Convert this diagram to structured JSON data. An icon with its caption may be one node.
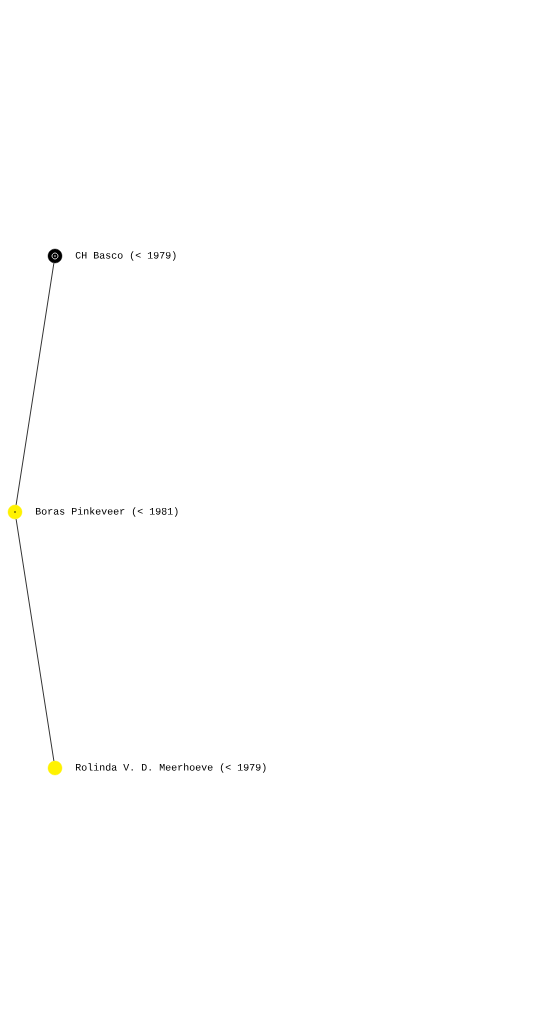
{
  "diagram": {
    "nodes": [
      {
        "text": [],
        "shape": "circle",
        "beside": [
          "CH Basco (< 1979)"
        ]
      },
      {
        "text": [],
        "shape": "circle",
        "beside": [
          "Boras Pinkeveer (< 1981)"
        ]
      },
      {
        "text": [],
        "shape": "circle",
        "beside": [
          "Rolinda V. D. Meerhoeve (< 1979)"
        ]
      }
    ],
    "edges": [
      {
        "from": 0,
        "to": 1,
        "arrow": "none"
      },
      {
        "from": 1,
        "to": 2,
        "arrow": "none"
      }
    ]
  }
}
